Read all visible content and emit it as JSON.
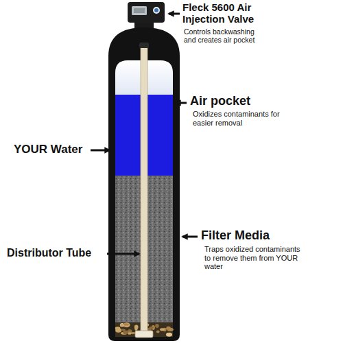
{
  "diagram": {
    "labels": [
      "Fleck 5600 Air Injection Valve",
      "Controls backwashing and creates air pocket",
      "Air pocket",
      "Oxidizes contaminants for easier removal",
      "YOUR Water",
      "Filter Media",
      "Traps oxidized contaminants to remove them from YOUR water",
      "Distributor Tube"
    ]
  }
}
